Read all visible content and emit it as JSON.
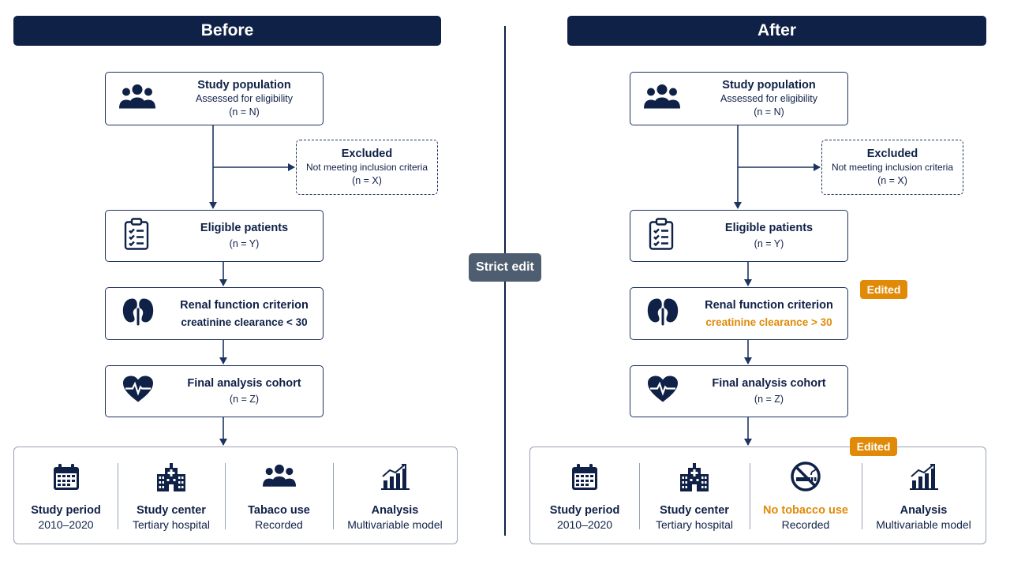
{
  "headers": {
    "before": "Before",
    "after": "After"
  },
  "strict_edit": "Strict edit",
  "before": {
    "study_population": {
      "title": "Study population",
      "subtitle": "Assessed for eligibility",
      "n": "(n = N)"
    },
    "excluded": {
      "title": "Excluded",
      "subtitle": "Not meeting inclusion criteria",
      "n": "(n = X)"
    },
    "eligible": {
      "title": "Eligible patients",
      "n": "(n = Y)"
    },
    "renal": {
      "title": "Renal function criterion",
      "criterion": "creatinine clearance < 30"
    },
    "final": {
      "title": "Final analysis cohort",
      "n": "(n = Z)"
    },
    "panel": [
      {
        "label": "Study period",
        "value": "2010–2020",
        "icon": "calendar-icon"
      },
      {
        "label": "Study center",
        "value": "Tertiary hospital",
        "icon": "hospital-icon"
      },
      {
        "label": "Tabaco use",
        "value": "Recorded",
        "icon": "people-icon"
      },
      {
        "label": "Analysis",
        "value": "Multivariable model",
        "icon": "bar-chart-icon"
      }
    ]
  },
  "after": {
    "study_population": {
      "title": "Study population",
      "subtitle": "Assessed for eligibility",
      "n": "(n = N)"
    },
    "excluded": {
      "title": "Excluded",
      "subtitle": "Not meeting inclusion criteria",
      "n": "(n = X)"
    },
    "eligible": {
      "title": "Eligible patients",
      "n": "(n = Y)"
    },
    "renal": {
      "title": "Renal function criterion",
      "criterion": "creatinine clearance > 30"
    },
    "final": {
      "title": "Final analysis cohort",
      "n": "(n = Z)"
    },
    "panel": [
      {
        "label": "Study period",
        "value": "2010–2020",
        "icon": "calendar-icon"
      },
      {
        "label": "Study center",
        "value": "Tertiary hospital",
        "icon": "hospital-icon"
      },
      {
        "label": "No tobacco use",
        "value": "Recorded",
        "icon": "no-smoking-icon"
      },
      {
        "label": "Analysis",
        "value": "Multivariable model",
        "icon": "bar-chart-icon"
      }
    ],
    "badges": {
      "renal": "Edited",
      "panel": "Edited"
    }
  },
  "colors": {
    "navy": "#0f2147",
    "accent_orange": "#e08a08",
    "badge_gray": "#4f5d70",
    "panel_border": "#98a2b3"
  }
}
